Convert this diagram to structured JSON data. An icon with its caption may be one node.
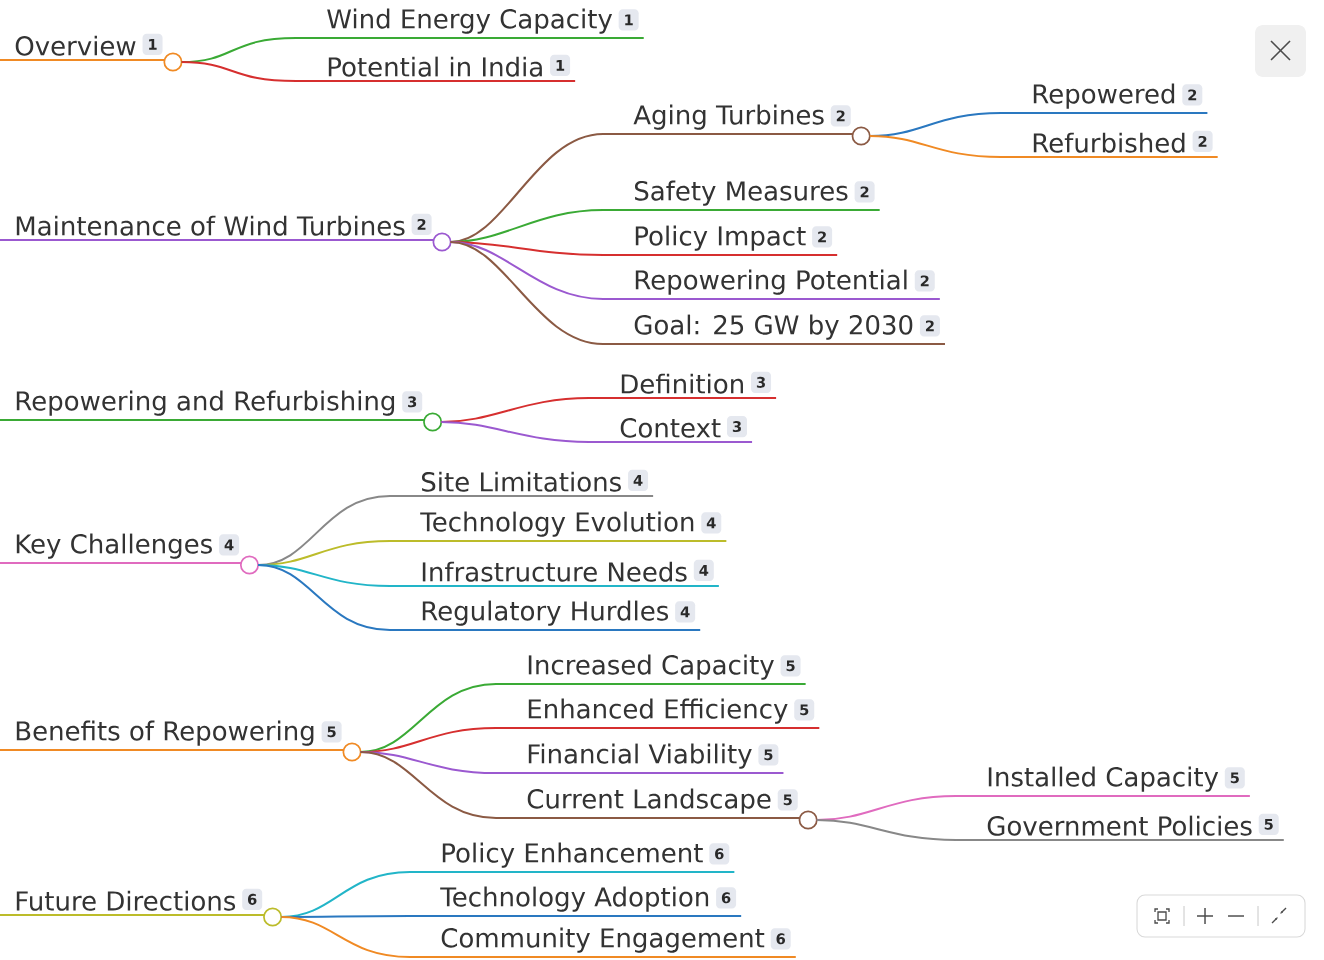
{
  "diagram": {
    "nodes": [
      {
        "text": [
          "Overview",
          "1"
        ]
      },
      {
        "text": [
          "Wind Energy Capacity",
          "1"
        ]
      },
      {
        "text": [
          "Potential in India",
          "1"
        ]
      },
      {
        "text": [
          "Maintenance of Wind Turbines",
          "2"
        ]
      },
      {
        "text": [
          "Aging Turbines",
          "2"
        ]
      },
      {
        "text": [
          "Repowered",
          "2"
        ]
      },
      {
        "text": [
          "Refurbished",
          "2"
        ]
      },
      {
        "text": [
          "Safety Measures",
          "2"
        ]
      },
      {
        "text": [
          "Policy Impact",
          "2"
        ]
      },
      {
        "text": [
          "Repowering Potential",
          "2"
        ]
      },
      {
        "text": [
          "Goal: 25 GW by 2030",
          "2"
        ]
      },
      {
        "text": [
          "Repowering and Refurbishing",
          "3"
        ]
      },
      {
        "text": [
          "Definition",
          "3"
        ]
      },
      {
        "text": [
          "Context",
          "3"
        ]
      },
      {
        "text": [
          "Key Challenges",
          "4"
        ]
      },
      {
        "text": [
          "Site Limitations",
          "4"
        ]
      },
      {
        "text": [
          "Technology Evolution",
          "4"
        ]
      },
      {
        "text": [
          "Infrastructure Needs",
          "4"
        ]
      },
      {
        "text": [
          "Regulatory Hurdles",
          "4"
        ]
      },
      {
        "text": [
          "Benefits of Repowering",
          "5"
        ]
      },
      {
        "text": [
          "Increased Capacity",
          "5"
        ]
      },
      {
        "text": [
          "Enhanced Efficiency",
          "5"
        ]
      },
      {
        "text": [
          "Financial Viability",
          "5"
        ]
      },
      {
        "text": [
          "Current Landscape",
          "5"
        ]
      },
      {
        "text": [
          "Installed Capacity",
          "5"
        ]
      },
      {
        "text": [
          "Government Policies",
          "5"
        ]
      },
      {
        "text": [
          "Future Directions",
          "6"
        ]
      },
      {
        "text": [
          "Policy Enhancement",
          "6"
        ]
      },
      {
        "text": [
          "Technology Adoption",
          "6"
        ]
      },
      {
        "text": [
          "Community Engagement",
          "6"
        ]
      }
    ],
    "edges": [
      {
        "from": 0,
        "to": 1,
        "arrow": "none",
        "color": "#3aaa35"
      },
      {
        "from": 0,
        "to": 2,
        "arrow": "none",
        "color": "#d62f2f"
      },
      {
        "from": 3,
        "to": 4,
        "arrow": "none",
        "color": "#8b5a44"
      },
      {
        "from": 4,
        "to": 5,
        "arrow": "none",
        "color": "#2a78c0"
      },
      {
        "from": 4,
        "to": 6,
        "arrow": "none",
        "color": "#f08a24"
      },
      {
        "from": 3,
        "to": 7,
        "arrow": "none",
        "color": "#3aaa35"
      },
      {
        "from": 3,
        "to": 8,
        "arrow": "none",
        "color": "#d62f2f"
      },
      {
        "from": 3,
        "to": 9,
        "arrow": "none",
        "color": "#9b59d0"
      },
      {
        "from": 3,
        "to": 10,
        "arrow": "none",
        "color": "#8b5a44"
      },
      {
        "from": 11,
        "to": 12,
        "arrow": "none",
        "color": "#d62f2f"
      },
      {
        "from": 11,
        "to": 13,
        "arrow": "none",
        "color": "#9b59d0"
      },
      {
        "from": 14,
        "to": 15,
        "arrow": "none",
        "color": "#888888"
      },
      {
        "from": 14,
        "to": 16,
        "arrow": "none",
        "color": "#bcbc2a"
      },
      {
        "from": 14,
        "to": 17,
        "arrow": "none",
        "color": "#22b5c8"
      },
      {
        "from": 14,
        "to": 18,
        "arrow": "none",
        "color": "#2a78c0"
      },
      {
        "from": 19,
        "to": 20,
        "arrow": "none",
        "color": "#3aaa35"
      },
      {
        "from": 19,
        "to": 21,
        "arrow": "none",
        "color": "#d62f2f"
      },
      {
        "from": 19,
        "to": 22,
        "arrow": "none",
        "color": "#9b59d0"
      },
      {
        "from": 19,
        "to": 23,
        "arrow": "none",
        "color": "#8b5a44"
      },
      {
        "from": 23,
        "to": 24,
        "arrow": "none",
        "color": "#e06bbf"
      },
      {
        "from": 23,
        "to": 25,
        "arrow": "none",
        "color": "#888888"
      },
      {
        "from": 26,
        "to": 27,
        "arrow": "none",
        "color": "#22b5c8"
      },
      {
        "from": 26,
        "to": 28,
        "arrow": "none",
        "color": "#2a78c0"
      },
      {
        "from": 26,
        "to": 29,
        "arrow": "none",
        "color": "#f08a24"
      }
    ]
  }
}
